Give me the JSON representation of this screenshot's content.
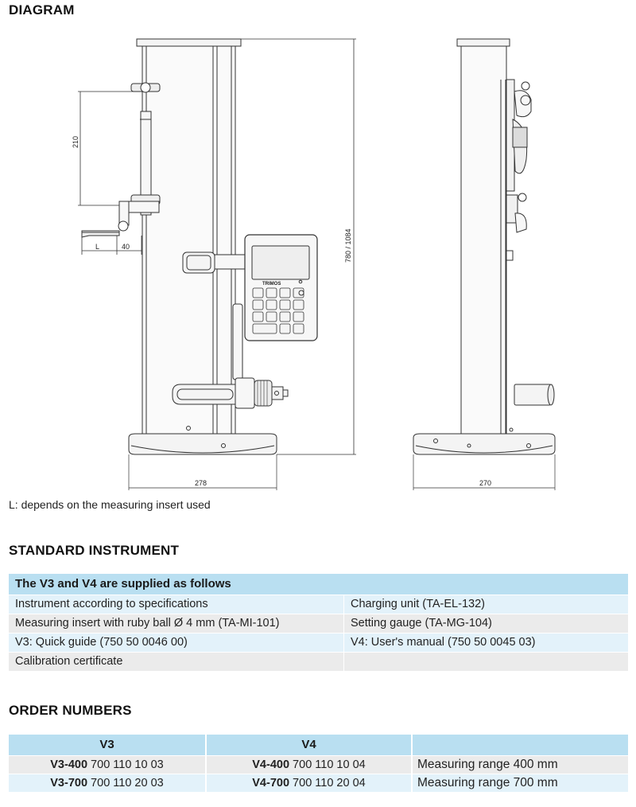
{
  "diagram": {
    "title": "DIAGRAM",
    "dimensions": {
      "d210": "210",
      "d40": "40",
      "dL": "L",
      "d780": "780 / 1084",
      "d278": "278",
      "d270": "270"
    },
    "logo_text": "TRIMOS",
    "note": "L: depends on the measuring insert used"
  },
  "standard": {
    "title": "STANDARD INSTRUMENT",
    "header": "The V3 and V4 are supplied as follows",
    "rows": [
      [
        "Instrument according to specifications",
        "Charging unit (TA-EL-132)"
      ],
      [
        "Measuring insert with ruby ball Ø 4 mm (TA-MI-101)",
        "Setting gauge (TA-MG-104)"
      ],
      [
        "V3: Quick guide (750 50 0046 00)",
        "V4: User's manual (750 50 0045 03)"
      ],
      [
        "Calibration certificate",
        ""
      ]
    ]
  },
  "orders": {
    "title": "ORDER NUMBERS",
    "headers": [
      "V3",
      "V4",
      ""
    ],
    "rows": [
      {
        "v3_model": "V3-400",
        "v3_number": " 700 110 10 03",
        "v4_model": "V4-400",
        "v4_number": " 700 110 10 04",
        "desc": "Measuring range 400 mm"
      },
      {
        "v3_model": "V3-700",
        "v3_number": " 700 110 20 03",
        "v4_model": "V4-700",
        "v4_number": " 700 110 20 04",
        "desc": "Measuring range 700 mm"
      }
    ]
  },
  "colors": {
    "header_blue": "#b9dff1",
    "row_blue": "#e3f2fa",
    "row_grey": "#ebebeb"
  }
}
